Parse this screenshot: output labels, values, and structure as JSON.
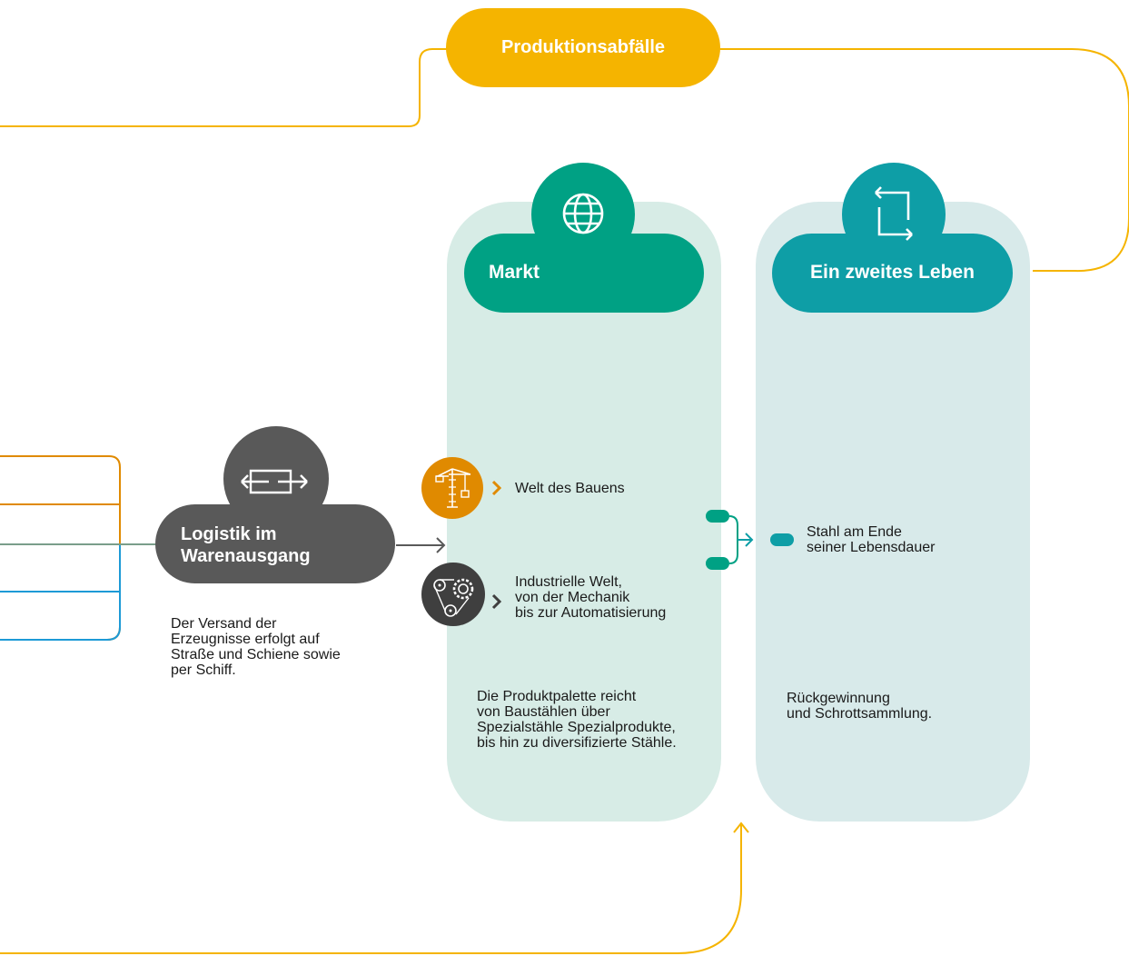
{
  "colors": {
    "yellow": "#f5b400",
    "orange": "#e08a00",
    "green": "#00a184",
    "teal": "#0e9ea6",
    "panel_green": "#d7ece6",
    "panel_teal": "#d8eaea",
    "dark": "#595959",
    "blue": "#1d9ad6"
  },
  "top_node": {
    "label": "Produktionsabfälle"
  },
  "logistik": {
    "title_line1": "Logistik im",
    "title_line2": "Warenausgang",
    "icon": "transfer-arrows-icon",
    "description": "Der Versand der\nErzeugnisse erfolgt auf\nStraße und Schiene sowie\nper Schiff."
  },
  "markt": {
    "title": "Markt",
    "icon": "globe-icon",
    "items": [
      {
        "icon": "crane-icon",
        "label": "Welt des Bauens"
      },
      {
        "icon": "gears-icon",
        "label": "Industrielle Welt,\nvon der Mechanik\nbis zur Automatisierung"
      }
    ],
    "description": "Die Produktpalette reicht\nvon Baustählen über\nSpezialstähle Spezialprodukte,\nbis hin zu diversifizierte Stähle."
  },
  "zweites_leben": {
    "title": "Ein zweites Leben",
    "icon": "recycle-arrows-icon",
    "item": "Stahl am Ende\nseiner Lebensdauer",
    "description": "Rückgewinnung\nund Schrottsammlung."
  }
}
